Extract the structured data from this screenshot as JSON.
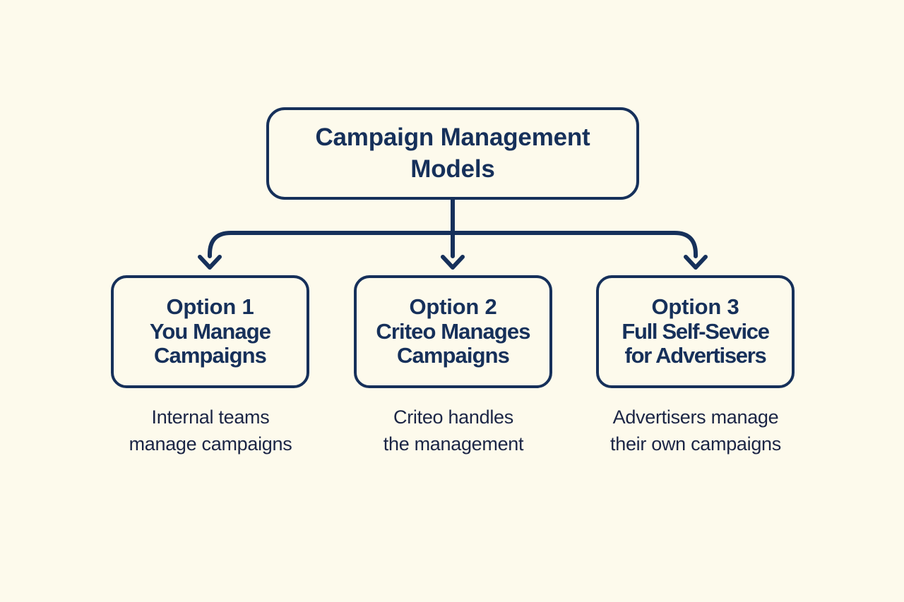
{
  "theme": {
    "background": "#fdfaec",
    "stroke": "#16305a",
    "text": "#16305a",
    "caption_text": "#1b2545"
  },
  "root": {
    "title": "Campaign Management\nModels"
  },
  "options": [
    {
      "kicker": "Option 1",
      "title": "You Manage\nCampaigns",
      "caption": "Internal teams\nmanage campaigns"
    },
    {
      "kicker": "Option 2",
      "title": "Criteo Manages\nCampaigns",
      "caption": "Criteo handles\nthe management"
    },
    {
      "kicker": "Option 3",
      "title": "Full Self-Sevice\nfor Advertisers",
      "caption": "Advertisers manage\ntheir own campaigns"
    }
  ]
}
